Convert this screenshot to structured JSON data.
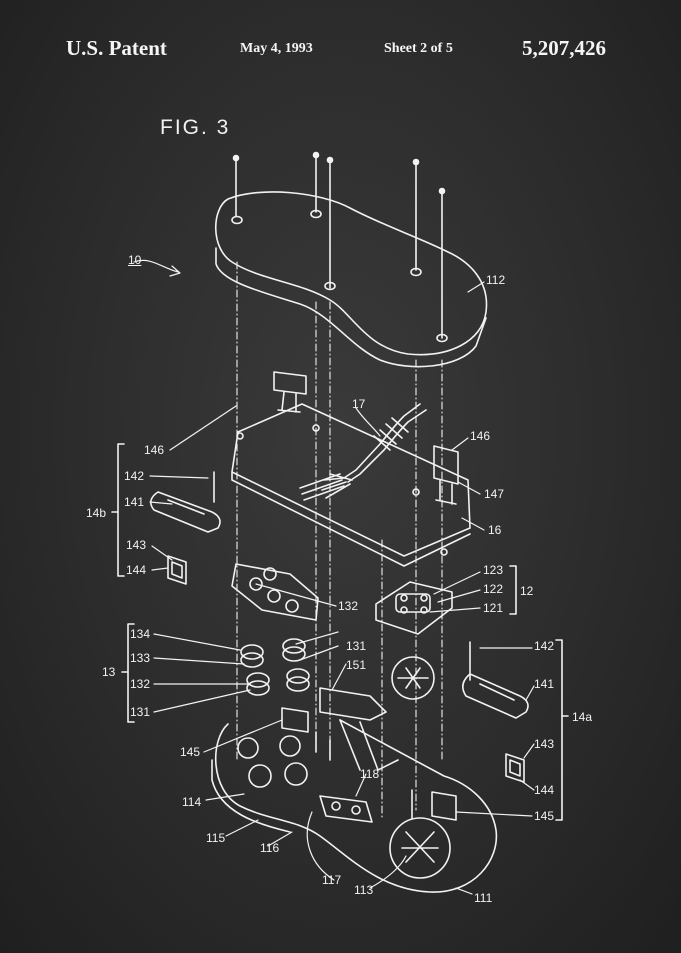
{
  "header": {
    "title": "U.S. Patent",
    "date": "May 4, 1993",
    "sheet": "Sheet 2 of 5",
    "patent_number": "5,207,426"
  },
  "figure": {
    "caption": "FIG. 3"
  },
  "labels": {
    "assembly": "10",
    "upper_case": "112",
    "cable": "17",
    "board_left_clip": "146",
    "board_right_clip": "146",
    "right_clip_tab": "147",
    "circuit_board": "16",
    "left_unit_group": "14b",
    "left_spring": "142",
    "left_slider": "141",
    "left_button_tag": "143",
    "left_button": "144",
    "direction_unit": "12",
    "disc_top": "123",
    "disc_mid": "122",
    "disc_bottom": "121",
    "button_group": "13",
    "button_label_134": "134",
    "button_label_133": "133",
    "button_label_132_left": "132",
    "button_label_131_left": "131",
    "button_label_132_top": "132",
    "button_label_131_right": "131",
    "button_label_151": "151",
    "right_unit_group": "14a",
    "right_spring": "142",
    "right_slider": "141",
    "right_button_tag": "143",
    "right_button": "144",
    "right_holder": "145",
    "left_holder": "145",
    "boss": "114",
    "boss_ring": "115",
    "boss_small": "116",
    "rib": "118",
    "post": "117",
    "cross_seat": "113",
    "lower_case": "111"
  },
  "colors": {
    "background": "#2c2c2c",
    "ink": "#f2f2f2"
  }
}
